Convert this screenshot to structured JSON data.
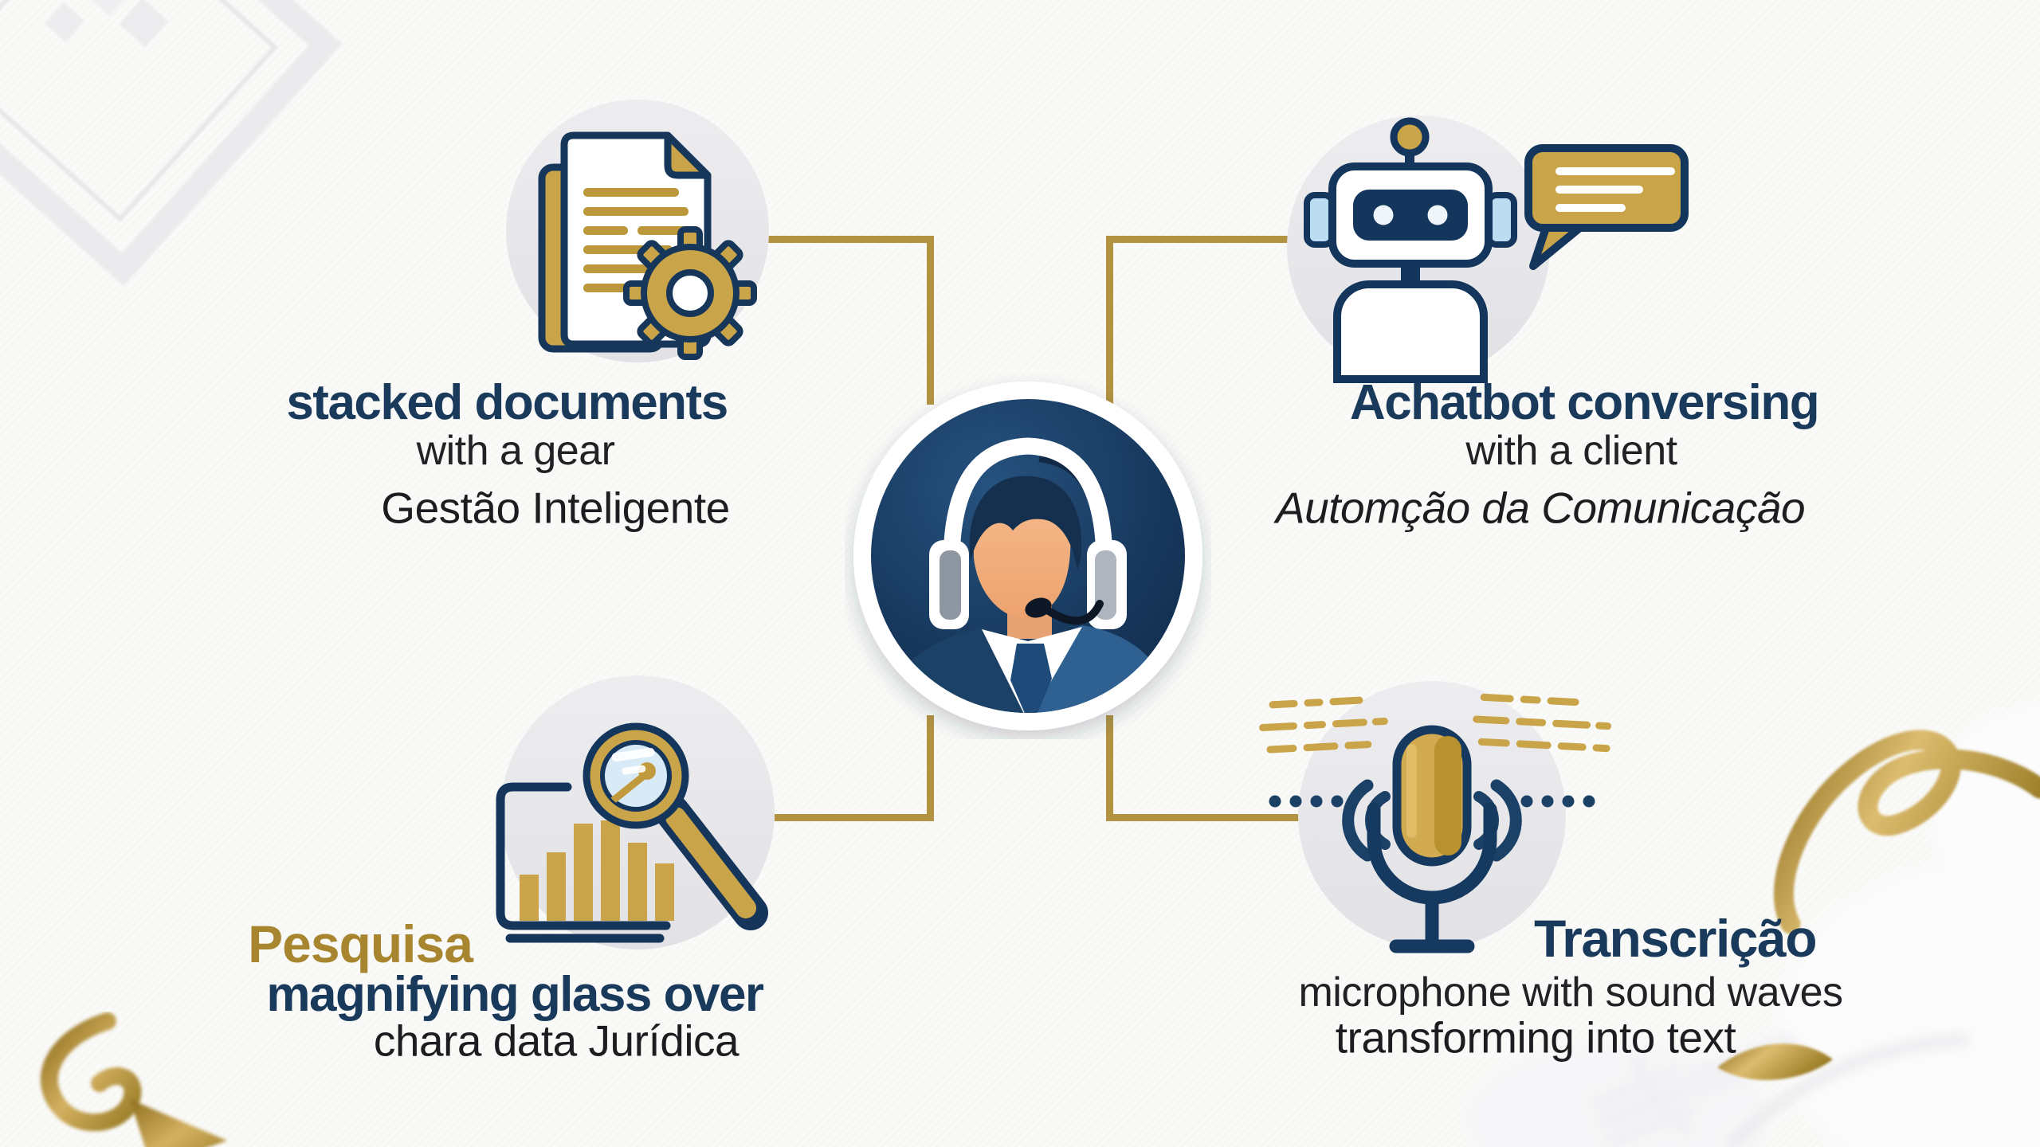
{
  "colors": {
    "navy": "#173A5C",
    "gold_line": "#B29342",
    "gold_icon": "#C9A449",
    "gold_text": "#A8862F",
    "body_text": "#1F1F23",
    "icon_circle_gray": "#E9E9EC",
    "light_blue": "#C6DFF2",
    "background": "#FAFAF8",
    "skin": "#F2B183"
  },
  "center": {
    "icon": "support-agent-headset-icon"
  },
  "quadrants": {
    "top_left": {
      "icon": "stacked-documents-gear-icon",
      "title": "stacked documents",
      "subtitle": "with a gear",
      "caption": "Gestão Inteligente"
    },
    "top_right": {
      "icon": "chatbot-speech-bubble-icon",
      "title": "Achatbot conversing",
      "subtitle": "with a client",
      "caption": "Automção da Comunicação"
    },
    "bottom_left": {
      "icon": "magnifying-glass-bar-chart-icon",
      "label": "Pesquisa",
      "title": "magnifying glass over",
      "caption": "chara data Jurídica"
    },
    "bottom_right": {
      "icon": "microphone-sound-waves-icon",
      "title": "Transcrição",
      "subtitle": "microphone with sound waves",
      "caption": "transforming into text"
    }
  }
}
